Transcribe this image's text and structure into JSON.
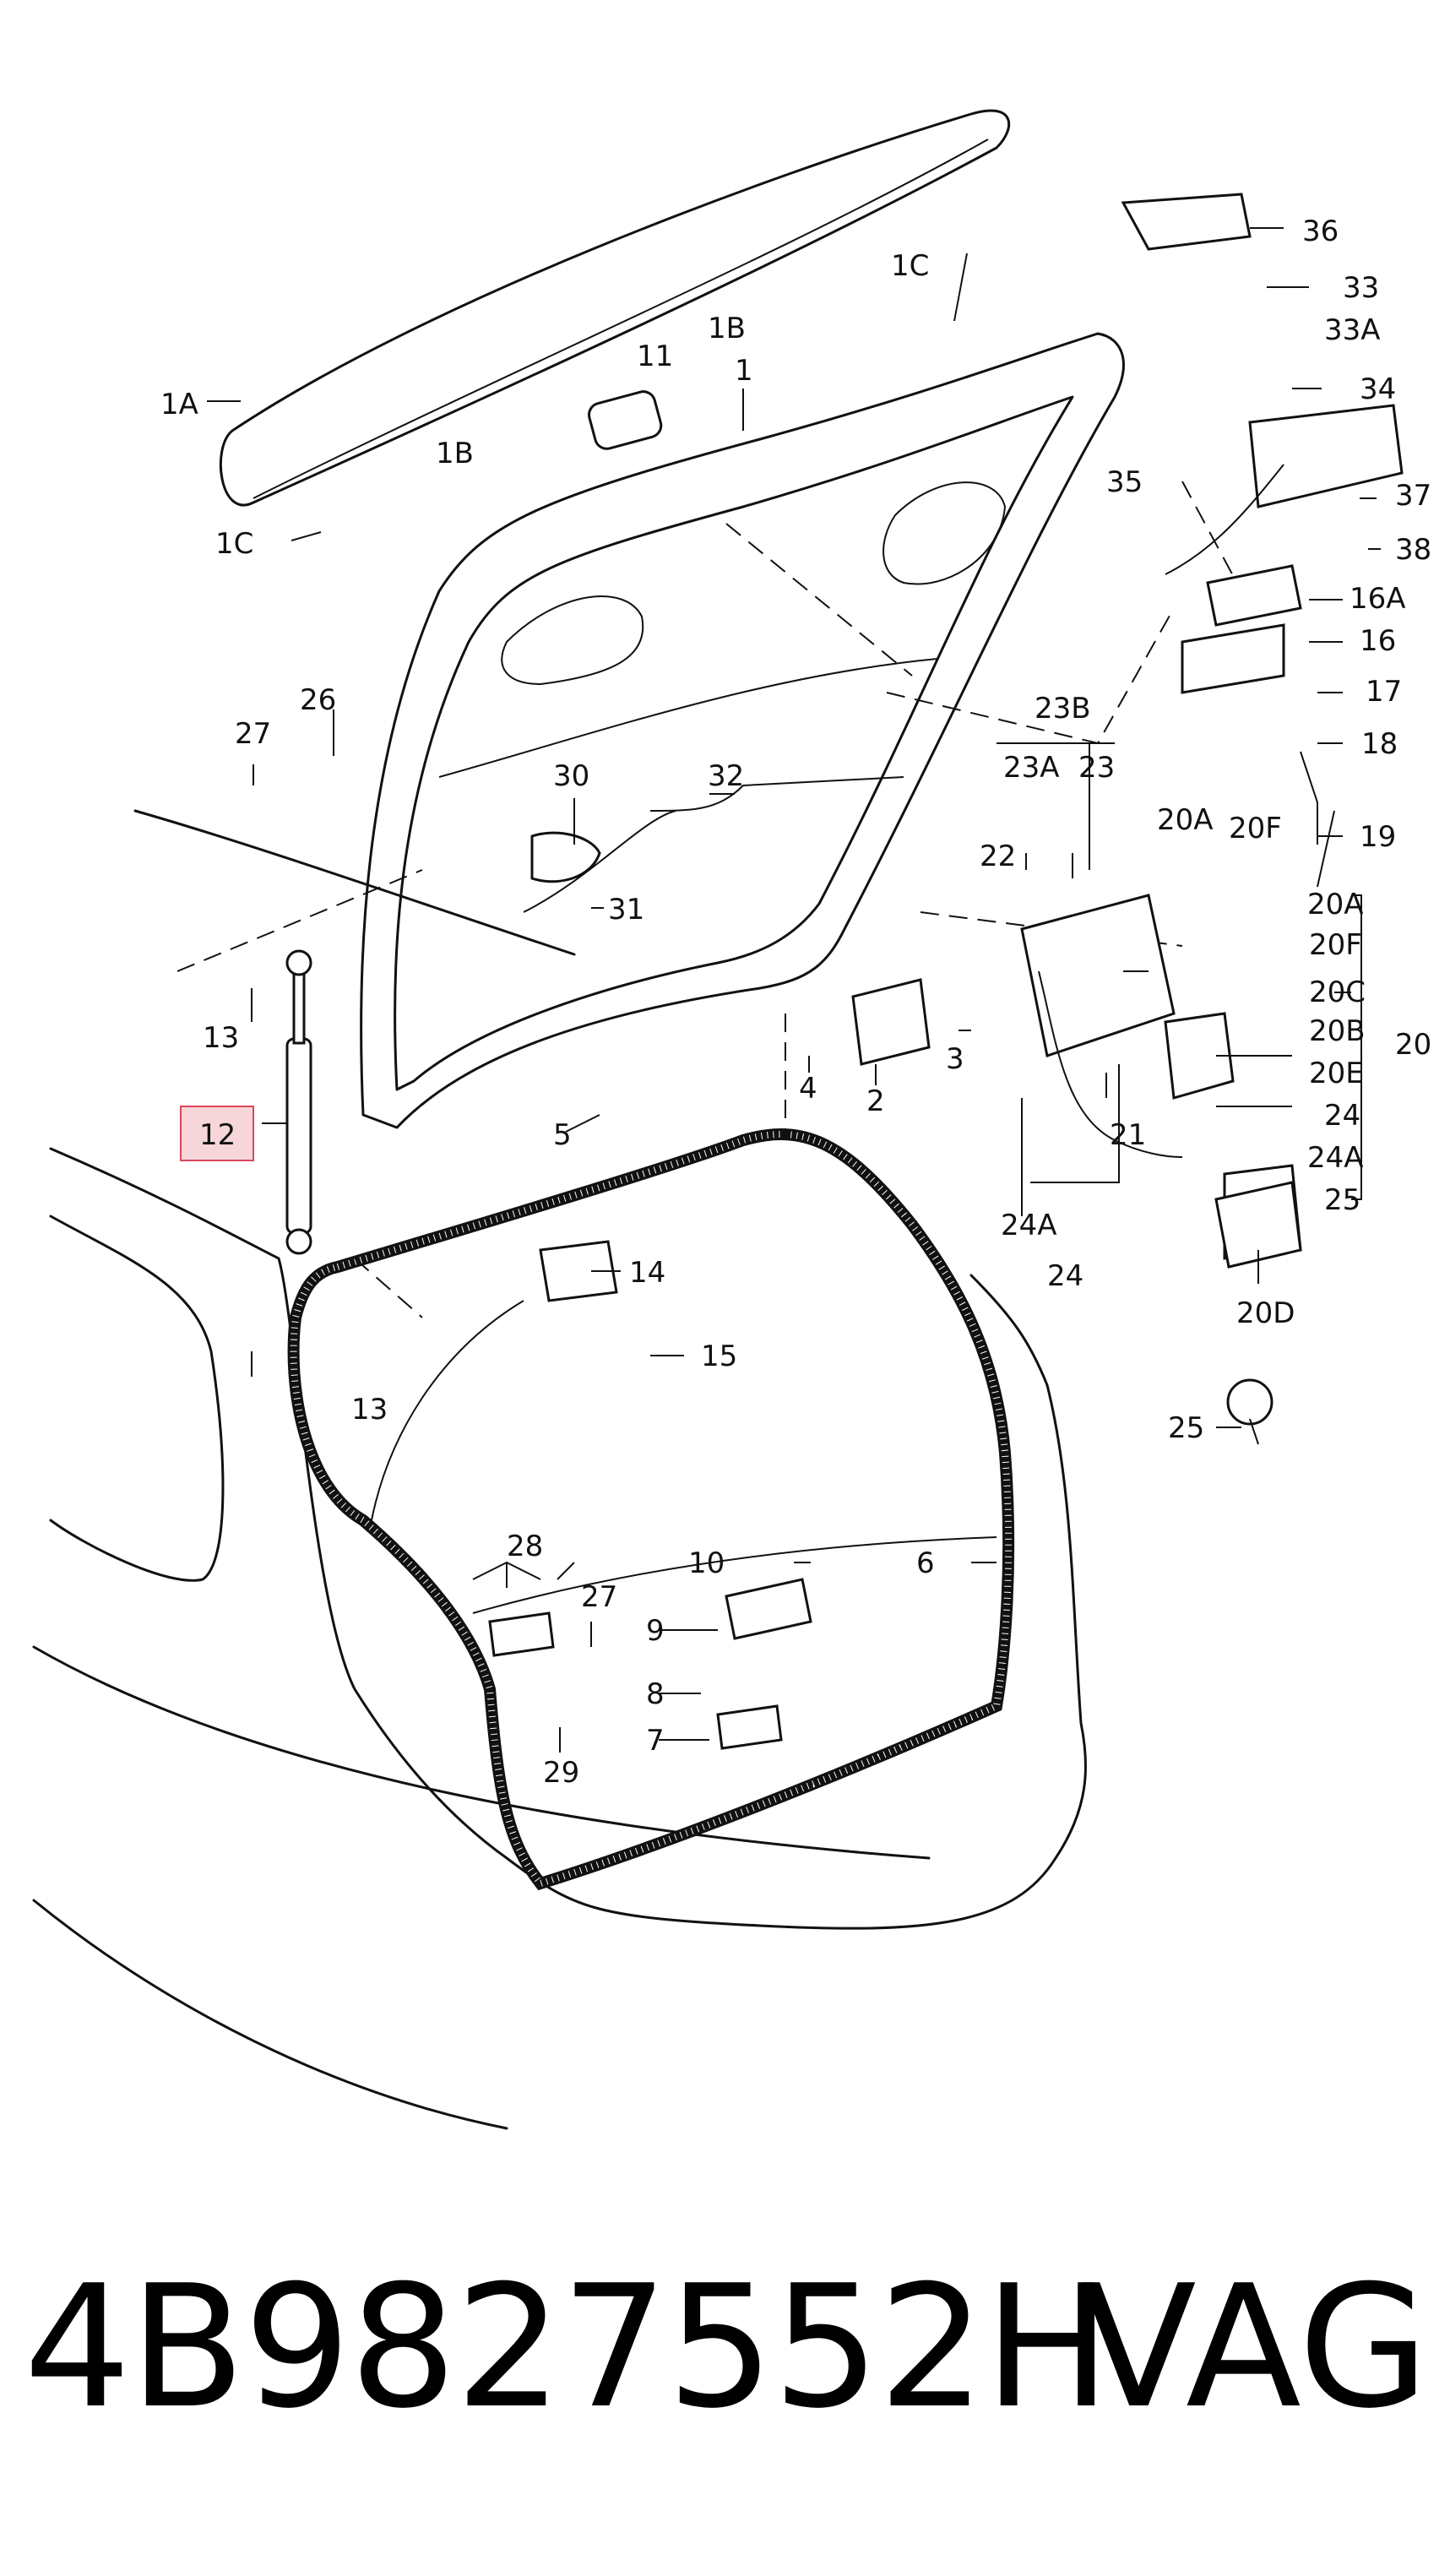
{
  "callouts": [
    {
      "id": "c1",
      "text": "1"
    },
    {
      "id": "c1a",
      "text": "1A"
    },
    {
      "id": "c1b-top",
      "text": "1B"
    },
    {
      "id": "c1b-low",
      "text": "1B"
    },
    {
      "id": "c1c-top",
      "text": "1C"
    },
    {
      "id": "c1c-low",
      "text": "1C"
    },
    {
      "id": "c2",
      "text": "2"
    },
    {
      "id": "c3",
      "text": "3"
    },
    {
      "id": "c4",
      "text": "4"
    },
    {
      "id": "c5",
      "text": "5"
    },
    {
      "id": "c6",
      "text": "6"
    },
    {
      "id": "c7",
      "text": "7"
    },
    {
      "id": "c8",
      "text": "8"
    },
    {
      "id": "c9",
      "text": "9"
    },
    {
      "id": "c10",
      "text": "10"
    },
    {
      "id": "c11",
      "text": "11"
    },
    {
      "id": "c12",
      "text": "12"
    },
    {
      "id": "c13-top",
      "text": "13"
    },
    {
      "id": "c13-low",
      "text": "13"
    },
    {
      "id": "c14",
      "text": "14"
    },
    {
      "id": "c15",
      "text": "15"
    },
    {
      "id": "c16",
      "text": "16"
    },
    {
      "id": "c16a",
      "text": "16A"
    },
    {
      "id": "c17",
      "text": "17"
    },
    {
      "id": "c18",
      "text": "18"
    },
    {
      "id": "c19",
      "text": "19"
    },
    {
      "id": "c20",
      "text": "20"
    },
    {
      "id": "c20a-r",
      "text": "20A"
    },
    {
      "id": "c20a-l",
      "text": "20A"
    },
    {
      "id": "c20b",
      "text": "20B"
    },
    {
      "id": "c20c",
      "text": "20C"
    },
    {
      "id": "c20d",
      "text": "20D"
    },
    {
      "id": "c20e",
      "text": "20E"
    },
    {
      "id": "c20f-r",
      "text": "20F"
    },
    {
      "id": "c20f-l",
      "text": "20F"
    },
    {
      "id": "c21",
      "text": "21"
    },
    {
      "id": "c22",
      "text": "22"
    },
    {
      "id": "c23",
      "text": "23"
    },
    {
      "id": "c23a",
      "text": "23A"
    },
    {
      "id": "c23b",
      "text": "23B"
    },
    {
      "id": "c24",
      "text": "24"
    },
    {
      "id": "c24-r",
      "text": "24"
    },
    {
      "id": "c24a",
      "text": "24A"
    },
    {
      "id": "c24a-r",
      "text": "24A"
    },
    {
      "id": "c25",
      "text": "25"
    },
    {
      "id": "c25-r",
      "text": "25"
    },
    {
      "id": "c26",
      "text": "26"
    },
    {
      "id": "c27-top",
      "text": "27"
    },
    {
      "id": "c27-low",
      "text": "27"
    },
    {
      "id": "c28",
      "text": "28"
    },
    {
      "id": "c29",
      "text": "29"
    },
    {
      "id": "c30",
      "text": "30"
    },
    {
      "id": "c31",
      "text": "31"
    },
    {
      "id": "c32",
      "text": "32"
    },
    {
      "id": "c33",
      "text": "33"
    },
    {
      "id": "c33a",
      "text": "33A"
    },
    {
      "id": "c34",
      "text": "34"
    },
    {
      "id": "c35",
      "text": "35"
    },
    {
      "id": "c36",
      "text": "36"
    },
    {
      "id": "c37",
      "text": "37"
    },
    {
      "id": "c38",
      "text": "38"
    }
  ],
  "highlighted_callout": "12",
  "highlight_color": "#d9475a",
  "highlight_fill": "#f7d6da",
  "footer": {
    "part_number": "4B9827552H",
    "brand": "VAG"
  }
}
